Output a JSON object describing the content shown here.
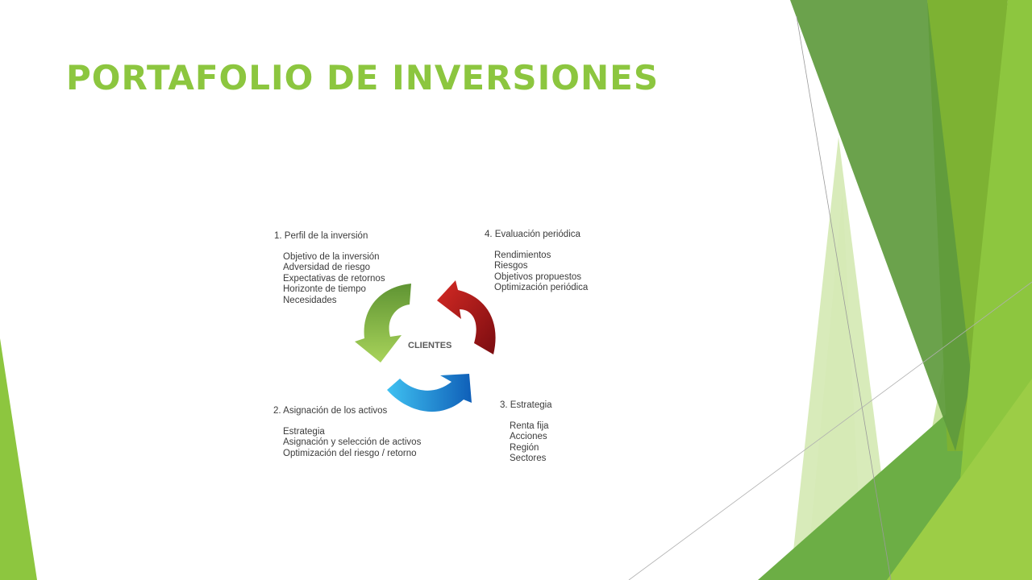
{
  "title": "PORTAFOLIO DE INVERSIONES",
  "center_label": "CLIENTES",
  "colors": {
    "title": "#8cc63f",
    "arrow_green": "#7fb743",
    "arrow_red": "#b3191b",
    "arrow_blue": "#1e8fdd",
    "decor_green": "#8dc63f",
    "decor_dark_green": "#5a9a3a"
  },
  "steps": [
    {
      "heading": "1. Perfil de la inversión",
      "items": [
        "Objetivo de la inversión",
        "Adversidad de riesgo",
        "Expectativas de retornos",
        "Horizonte de tiempo",
        "Necesidades"
      ]
    },
    {
      "heading": "2. Asignación de los activos",
      "items": [
        "Estrategia",
        "Asignación y selección de activos",
        "Optimización del riesgo / retorno"
      ]
    },
    {
      "heading": "3. Estrategia",
      "items": [
        "Renta fija",
        "Acciones",
        "Región",
        "Sectores"
      ]
    },
    {
      "heading": "4. Evaluación  periódica",
      "items": [
        "Rendimientos",
        "Riesgos",
        "Objetivos propuestos",
        "Optimización periódica"
      ]
    }
  ]
}
